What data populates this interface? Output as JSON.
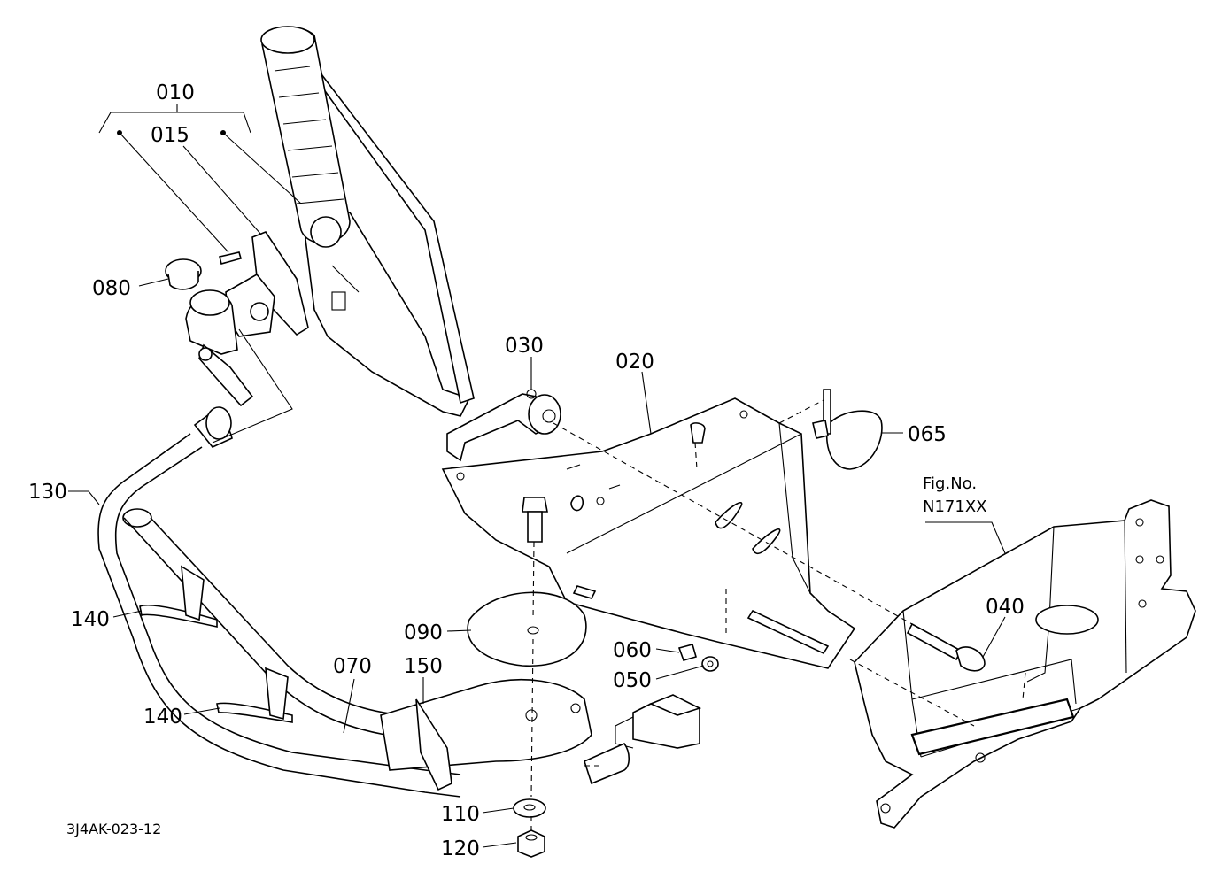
{
  "figure_code": "3J4AK-023-12",
  "fig_ref": {
    "line1": "Fig.No.",
    "line2": "N171XX"
  },
  "callouts": {
    "p010": "010",
    "p015": "015",
    "p020": "020",
    "p030": "030",
    "p040": "040",
    "p050": "050",
    "p060": "060",
    "p065": "065",
    "p070": "070",
    "p080": "080",
    "p090": "090",
    "p110": "110",
    "p120": "120",
    "p130": "130",
    "p140a": "140",
    "p140b": "140",
    "p150": "150"
  }
}
